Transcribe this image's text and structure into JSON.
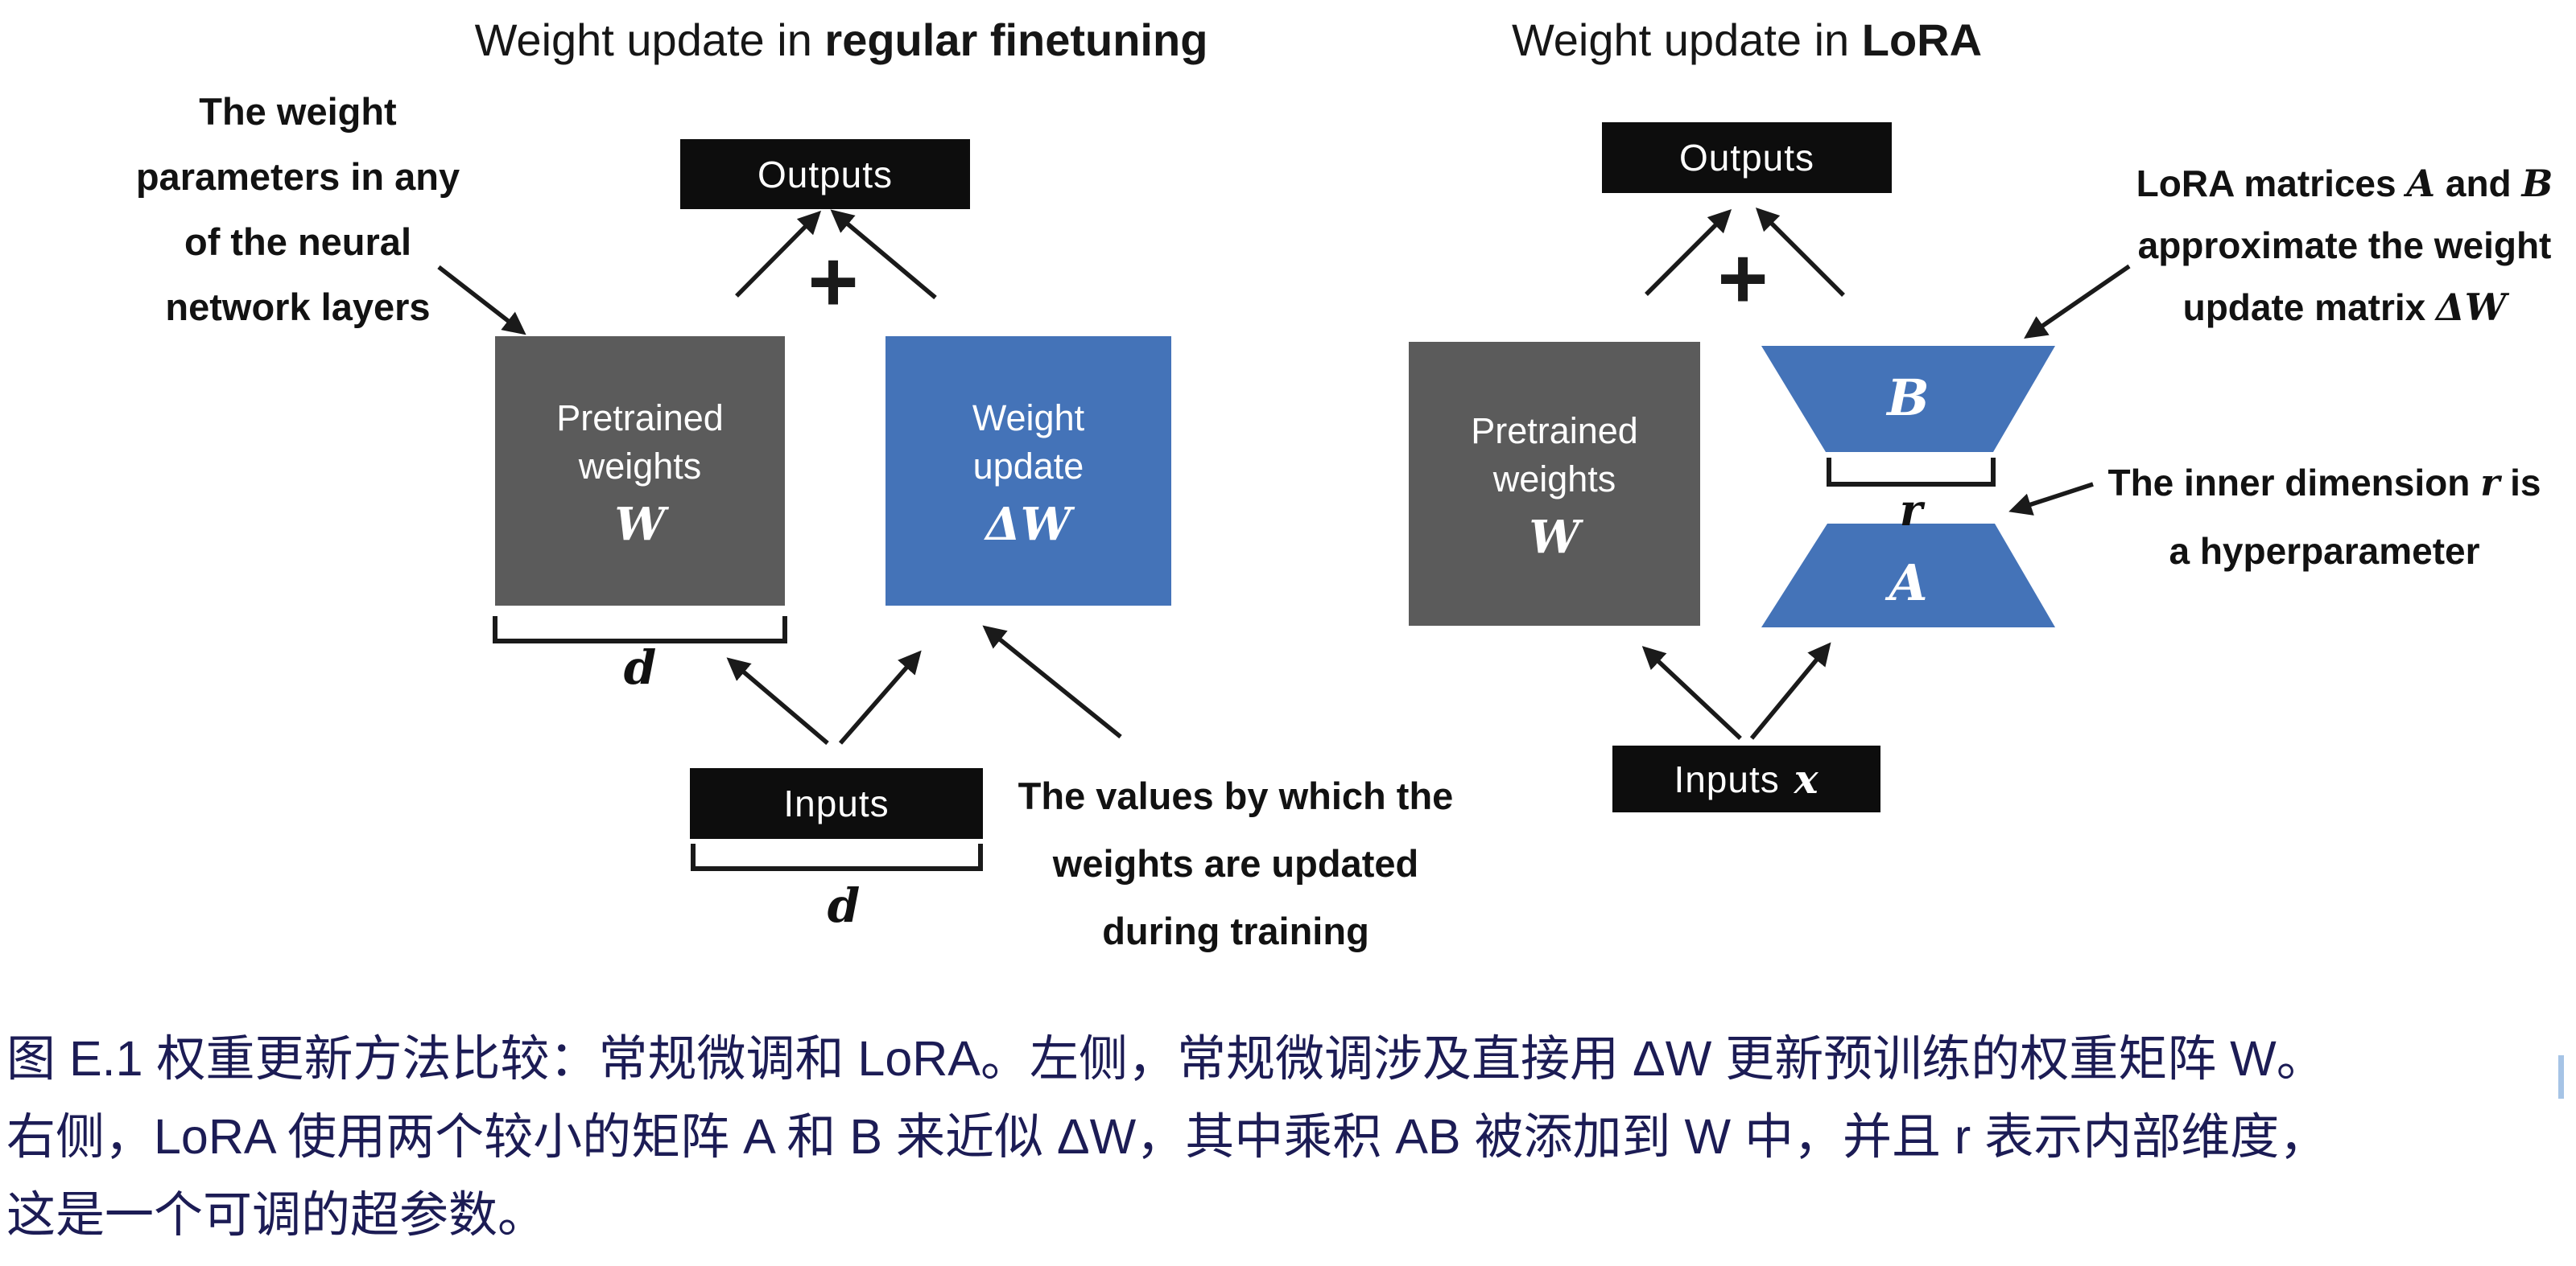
{
  "figure": {
    "left": {
      "title_prefix": "Weight update in ",
      "title_bold": "regular finetuning",
      "annotation_weight_params": {
        "l1": "The weight",
        "l2": "parameters in any",
        "l3": "of the neural",
        "l4": "network layers"
      },
      "outputs_label": "Outputs",
      "plus": "+",
      "pretrained": {
        "l1": "Pretrained",
        "l2": "weights",
        "math": "W"
      },
      "weight_update": {
        "l1": "Weight",
        "l2": "update",
        "math": "ΔW"
      },
      "dim_under_weights": "d",
      "inputs_label": "Inputs",
      "dim_under_inputs": "d",
      "annotation_values": {
        "l1": "The values by which the",
        "l2": "weights are updated",
        "l3": "during training"
      }
    },
    "right": {
      "title_prefix": "Weight update in ",
      "title_bold": "LoRA",
      "outputs_label": "Outputs",
      "plus": "+",
      "pretrained": {
        "l1": "Pretrained",
        "l2": "weights",
        "math": "W"
      },
      "matrix_b": "B",
      "matrix_a": "A",
      "rank_label": "r",
      "inputs_label": "Inputs",
      "inputs_math": "x",
      "annotation_lora": {
        "l1a": "LoRA matrices ",
        "l1b": "A",
        "l1c": " and ",
        "l1d": "B",
        "l2": "approximate the weight",
        "l3a": "update matrix ",
        "l3b": "ΔW"
      },
      "annotation_rank": {
        "l1a": "The inner dimension ",
        "l1b": "r",
        "l1c": " is",
        "l2": "a hyperparameter"
      }
    },
    "colors": {
      "pretrained_gray": "#5b5b5b",
      "lora_blue": "#4473b8",
      "box_black": "#0d0d0d",
      "caption_navy": "#1c1c55",
      "arrow_black": "#1a1a1a",
      "cursor_blue": "#a6c4e6"
    }
  },
  "caption": {
    "line1": "图 E.1 权重更新方法比较：常规微调和 LoRA。左侧，常规微调涉及直接用 ΔW 更新预训练的权重矩阵 W。",
    "line2": "右侧，LoRA 使用两个较小的矩阵 A 和 B 来近似 ΔW，其中乘积 AB 被添加到 W 中，并且 r 表示内部维度，",
    "line3": "这是一个可调的超参数。"
  }
}
